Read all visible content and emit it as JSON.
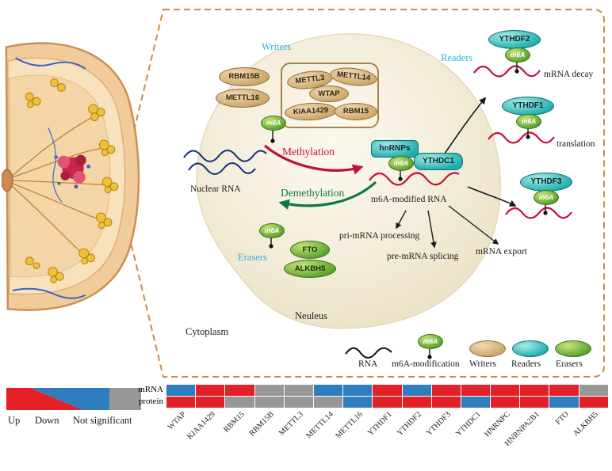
{
  "colors": {
    "up": "#e32028",
    "down": "#2d7dbf",
    "ns": "#979797"
  },
  "diagram": {
    "m6a": "m6A",
    "labels": {
      "writers": "Writers",
      "readers": "Readers",
      "erasers": "Erasers",
      "methylation": "Methylation",
      "demethylation": "Demethylation",
      "nuclear_rna": "Nuclear RNA",
      "m6a_modified_rna": "m6A-modified RNA",
      "pri_mrna_processing": "pri-mRNA processing",
      "pre_mrna_splicing": "pre-mRNA splicing",
      "mrna_export": "mRNA export",
      "mrna_decay": "mRNA decay",
      "translation": "translation",
      "nucleus": "Neuleus",
      "cytoplasm": "Cytoplasm"
    },
    "writers_standalone": [
      "RBM15B",
      "METTL16"
    ],
    "writer_complex": [
      "METTL3",
      "METTL14",
      "WTAP",
      "KIAA1429",
      "RBM15"
    ],
    "erasers_proteins": [
      "FTO",
      "ALKBH5"
    ],
    "rna_binding": [
      "hnRNPs",
      "YTHDC1"
    ],
    "readers_proteins": [
      "YTHDF2",
      "YTHDF1",
      "YTHDF3"
    ]
  },
  "legend": {
    "rna": "RNA",
    "m6a_modification": "m6A-modification",
    "writers": "Writers",
    "readers": "Readers",
    "erasers": "Erasers"
  },
  "scale_legend": {
    "up": "Up",
    "down": "Down",
    "ns": "Not significant"
  },
  "heatmap": {
    "row_labels": [
      "mRNA",
      "protein"
    ],
    "genes": [
      "WTAP",
      "KIAA1429",
      "RBM15",
      "RBM15B",
      "METTL3",
      "METTL14",
      "METTL16",
      "YTHDF1",
      "YTHDF2",
      "YTHDF3",
      "YTHDC1",
      "HNRNPC",
      "HNRNPA2B1",
      "FTO",
      "ALKBH5"
    ],
    "values": {
      "mRNA": [
        "down",
        "up",
        "up",
        "ns",
        "ns",
        "down",
        "down",
        "up",
        "down",
        "up",
        "up",
        "up",
        "up",
        "up",
        "ns"
      ],
      "protein": [
        "up",
        "up",
        "ns",
        "ns",
        "ns",
        "ns",
        "down",
        "up",
        "up",
        "up",
        "down",
        "up",
        "up",
        "down",
        "up"
      ]
    }
  }
}
